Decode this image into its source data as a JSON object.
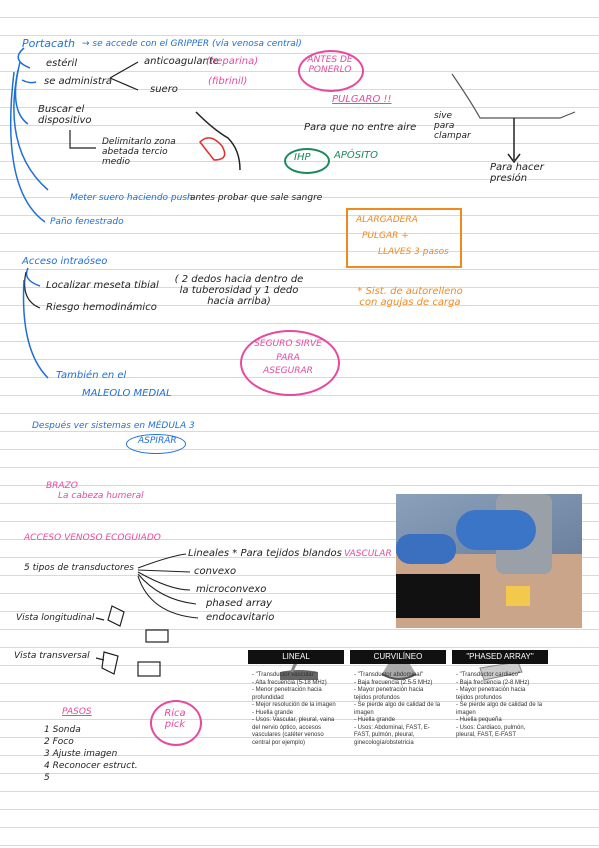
{
  "portacath": {
    "title": "Portacath",
    "arrow_note": "→ se accede con el GRIPPER (vía venosa central)",
    "esteril": "estéril",
    "se_administra": "se administra",
    "anticoagulante": "anticoagulante",
    "heparina": "(heparina)",
    "suero": "suero",
    "fibrinil": "(fibrinil)",
    "antes_de_ponerlo": "ANTES DE PONERLO",
    "pulgaro": "PULGARO !!",
    "buscar": "Buscar el dispositivo",
    "delimitarlo": "Delimitarlo zona abetada tercio medio",
    "para_que": "Para que no entre aire",
    "sive_para_clampar": "sive para clampar",
    "para_hacer_presion": "Para hacer presión",
    "ihp": "IHP",
    "aposito": "APÓSITO",
    "meter_suero": "Meter suero haciendo push",
    "antes_probar": "antes probar que sale sangre",
    "pano": "Paño fenestrado"
  },
  "orange_box": {
    "line1": "ALARGADERA",
    "line2": "PULGAR +",
    "line3": "LLAVES 3 pasos"
  },
  "intraoseo": {
    "title": "Acceso intraóseo",
    "localizar": "Localizar meseta tibial",
    "dedos_note": "( 2 dedos hacia dentro de la tuberosidad y 1 dedo hacia arriba)",
    "riesgo": "Riesgo hemodinámico",
    "autorelleno": "* Sist. de autorelleno con agujas de carga",
    "seguro": "SEGURO SIRVE PARA ASEGURAR",
    "tambien": "También en el",
    "maleolo": "MALEOLO MEDIAL",
    "despues": "Después ver sistemas en MÉDULA 3",
    "aspirar": "ASPIRAR"
  },
  "brazo": {
    "title": "BRAZO",
    "cabeza": "La cabeza humeral"
  },
  "ecoguiado": {
    "title": "ACCESO VENOSO ECOGUIADO",
    "tipos": "5 tipos de transductores",
    "lineales": "Lineales * Para tejidos blandos",
    "vascular": "VASCULAR",
    "convexo": "convexo",
    "microconvexo": "microconvexo",
    "phased": "phased array",
    "endocavitario": "endocavitario",
    "vista_long": "Vista longitudinal",
    "vista_trans": "Vista transversal"
  },
  "pasos": {
    "title": "PASOS",
    "items": [
      "1 Sonda",
      "2 Foco",
      "3 Ajuste imagen",
      "4 Reconocer estruct.",
      "5"
    ],
    "rica_pick": "Rica pick"
  },
  "table": {
    "columns": [
      {
        "title": "LINEAL",
        "lines": [
          "- \"Transductor vascular\"",
          "- Alta frecuencia (5-18 MHz)",
          "- Menor penetración hacia profundidad",
          "- Mejor resolución de la imagen",
          "- Huella grande",
          "- Usos: Vascular, pleural, vaina del nervio óptico, accesos vasculares (catéter venoso central por ejemplo)"
        ]
      },
      {
        "title": "CURVILÍNEO",
        "lines": [
          "- \"Transductor abdominal\"",
          "- Baja frecuencia (2.5-5 MHz)",
          "- Mayor penetración hacia tejidos profundos",
          "- Se pierde algo de calidad de la imagen",
          "- Huella grande",
          "- Usos: Abdominal, FAST, E-FAST, pulmón, pleural, ginecología/obstetricia"
        ]
      },
      {
        "title": "\"PHASED ARRAY\"",
        "lines": [
          "- \"Transductor cardiaco\"",
          "- Baja frecuencia (2-8 MHz)",
          "- Mayor penetración hacia tejidos profundos",
          "- Se pierde algo de calidad de la imagen",
          "- Huella pequeña",
          "- Usos: Cardiaco, pulmón, pleural, FAST, E-FAST"
        ]
      }
    ]
  }
}
